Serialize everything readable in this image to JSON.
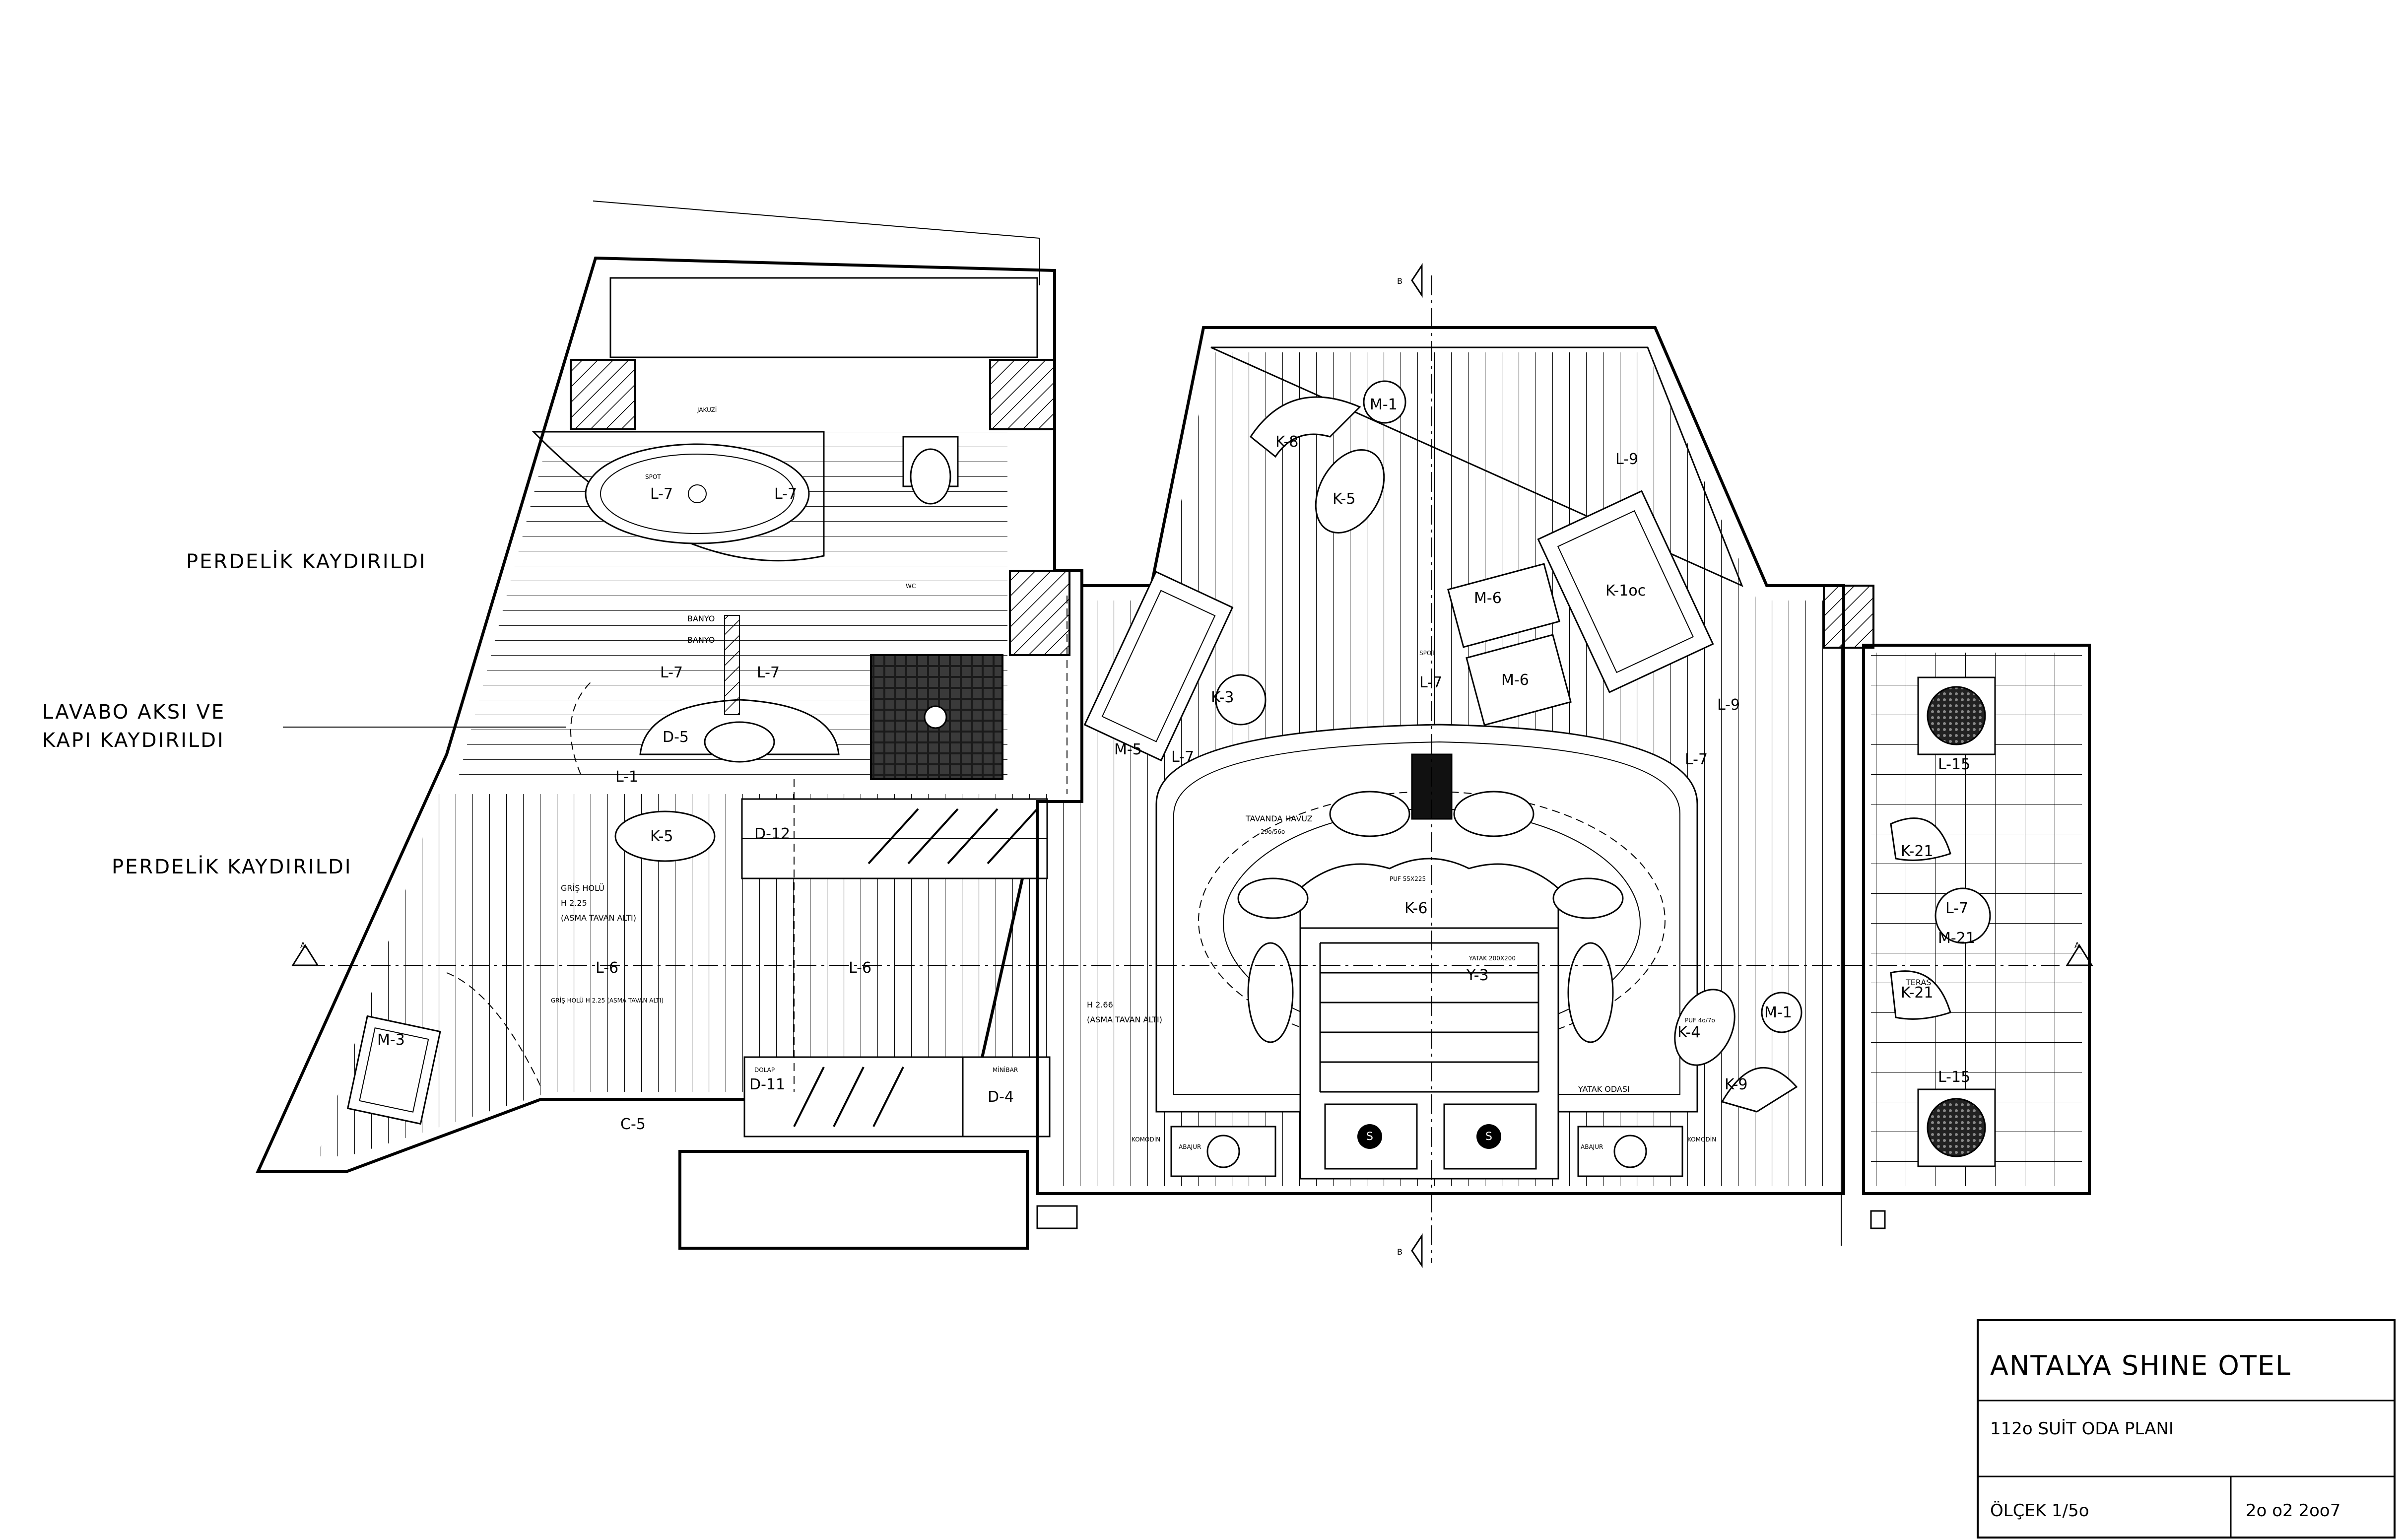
{
  "notes": {
    "curtain_top": "PERDELİK KAYDIRILDI",
    "sink_axis_line1": "LAVABO AKSI VE",
    "sink_axis_line2": "KAPI KAYDIRILDI",
    "curtain_bottom": "PERDELİK KAYDIRILDI"
  },
  "rooms": {
    "bathroom": "BANYO",
    "bathroom_top": "BANYO",
    "entry_hall": "GRİŞ HOLÜ",
    "entry_hall_sub": "H 2.25",
    "entry_hall_note": "(ASMA TAVAN ALTI)",
    "entry_hall_2": "GRİŞ HOLÜ H 2.25 (ASMA TAVAN ALTI)",
    "bedroom": "YATAK ODASI",
    "bedroom_height": "H 2.66",
    "bedroom_note": "(ASMA TAVAN ALTI)",
    "terrace": "TERAS",
    "ceiling_pool": "TAVANDA HAVUZ",
    "ceiling_pool_dim": "29o/56o",
    "bed": "YATAK 200X200",
    "pouf": "PUF 55X225",
    "side_pouf": "PUF 4o/7o"
  },
  "fixtures": {
    "L7_a": "L-7",
    "L7_b": "L-7",
    "L7_c": "L-7",
    "L7_d": "L-7",
    "L7_e": "L-7",
    "L7_f": "L-7",
    "L7_g": "L-7",
    "L7_h": "L-7",
    "L1": "L-1",
    "L6_a": "L-6",
    "L6_b": "L-6",
    "L9_a": "L-9",
    "L9_b": "L-9",
    "L15_a": "L-15",
    "L15_b": "L-15",
    "D5": "D-5",
    "D11": "D-11",
    "D12": "D-12",
    "D4": "D-4",
    "C5": "C-5",
    "K5_a": "K-5",
    "K5_b": "K-5",
    "K8": "K-8",
    "K3": "K-3",
    "K6": "K-6",
    "K10": "K-1oc",
    "K21_a": "K-21",
    "K21_b": "K-21",
    "K4": "K-4",
    "K9": "K-9",
    "Y3": "Y-3",
    "M1_a": "M-1",
    "M1_b": "M-1",
    "M21": "M-21",
    "M3": "M-3",
    "M5": "M-5",
    "M6_a": "M-6",
    "M6_b": "M-6",
    "sw": "S",
    "spot": "SPOT",
    "abajur": "ABAJUR",
    "komodin": "KOMODİN",
    "minibar": "MİNİBAR",
    "dolap": "DOLAP",
    "jakuzi": "JAKUZİ",
    "wc": "WC"
  },
  "section_marks": {
    "A_left": "A",
    "A_right": "A",
    "B_top": "B",
    "B_bottom": "B"
  },
  "title_block": {
    "project": "ANTALYA SHINE OTEL",
    "drawing": "112o SUİT ODA PLANI",
    "scale": "ÖLÇEK 1/5o",
    "date": "2o o2 2oo7"
  }
}
